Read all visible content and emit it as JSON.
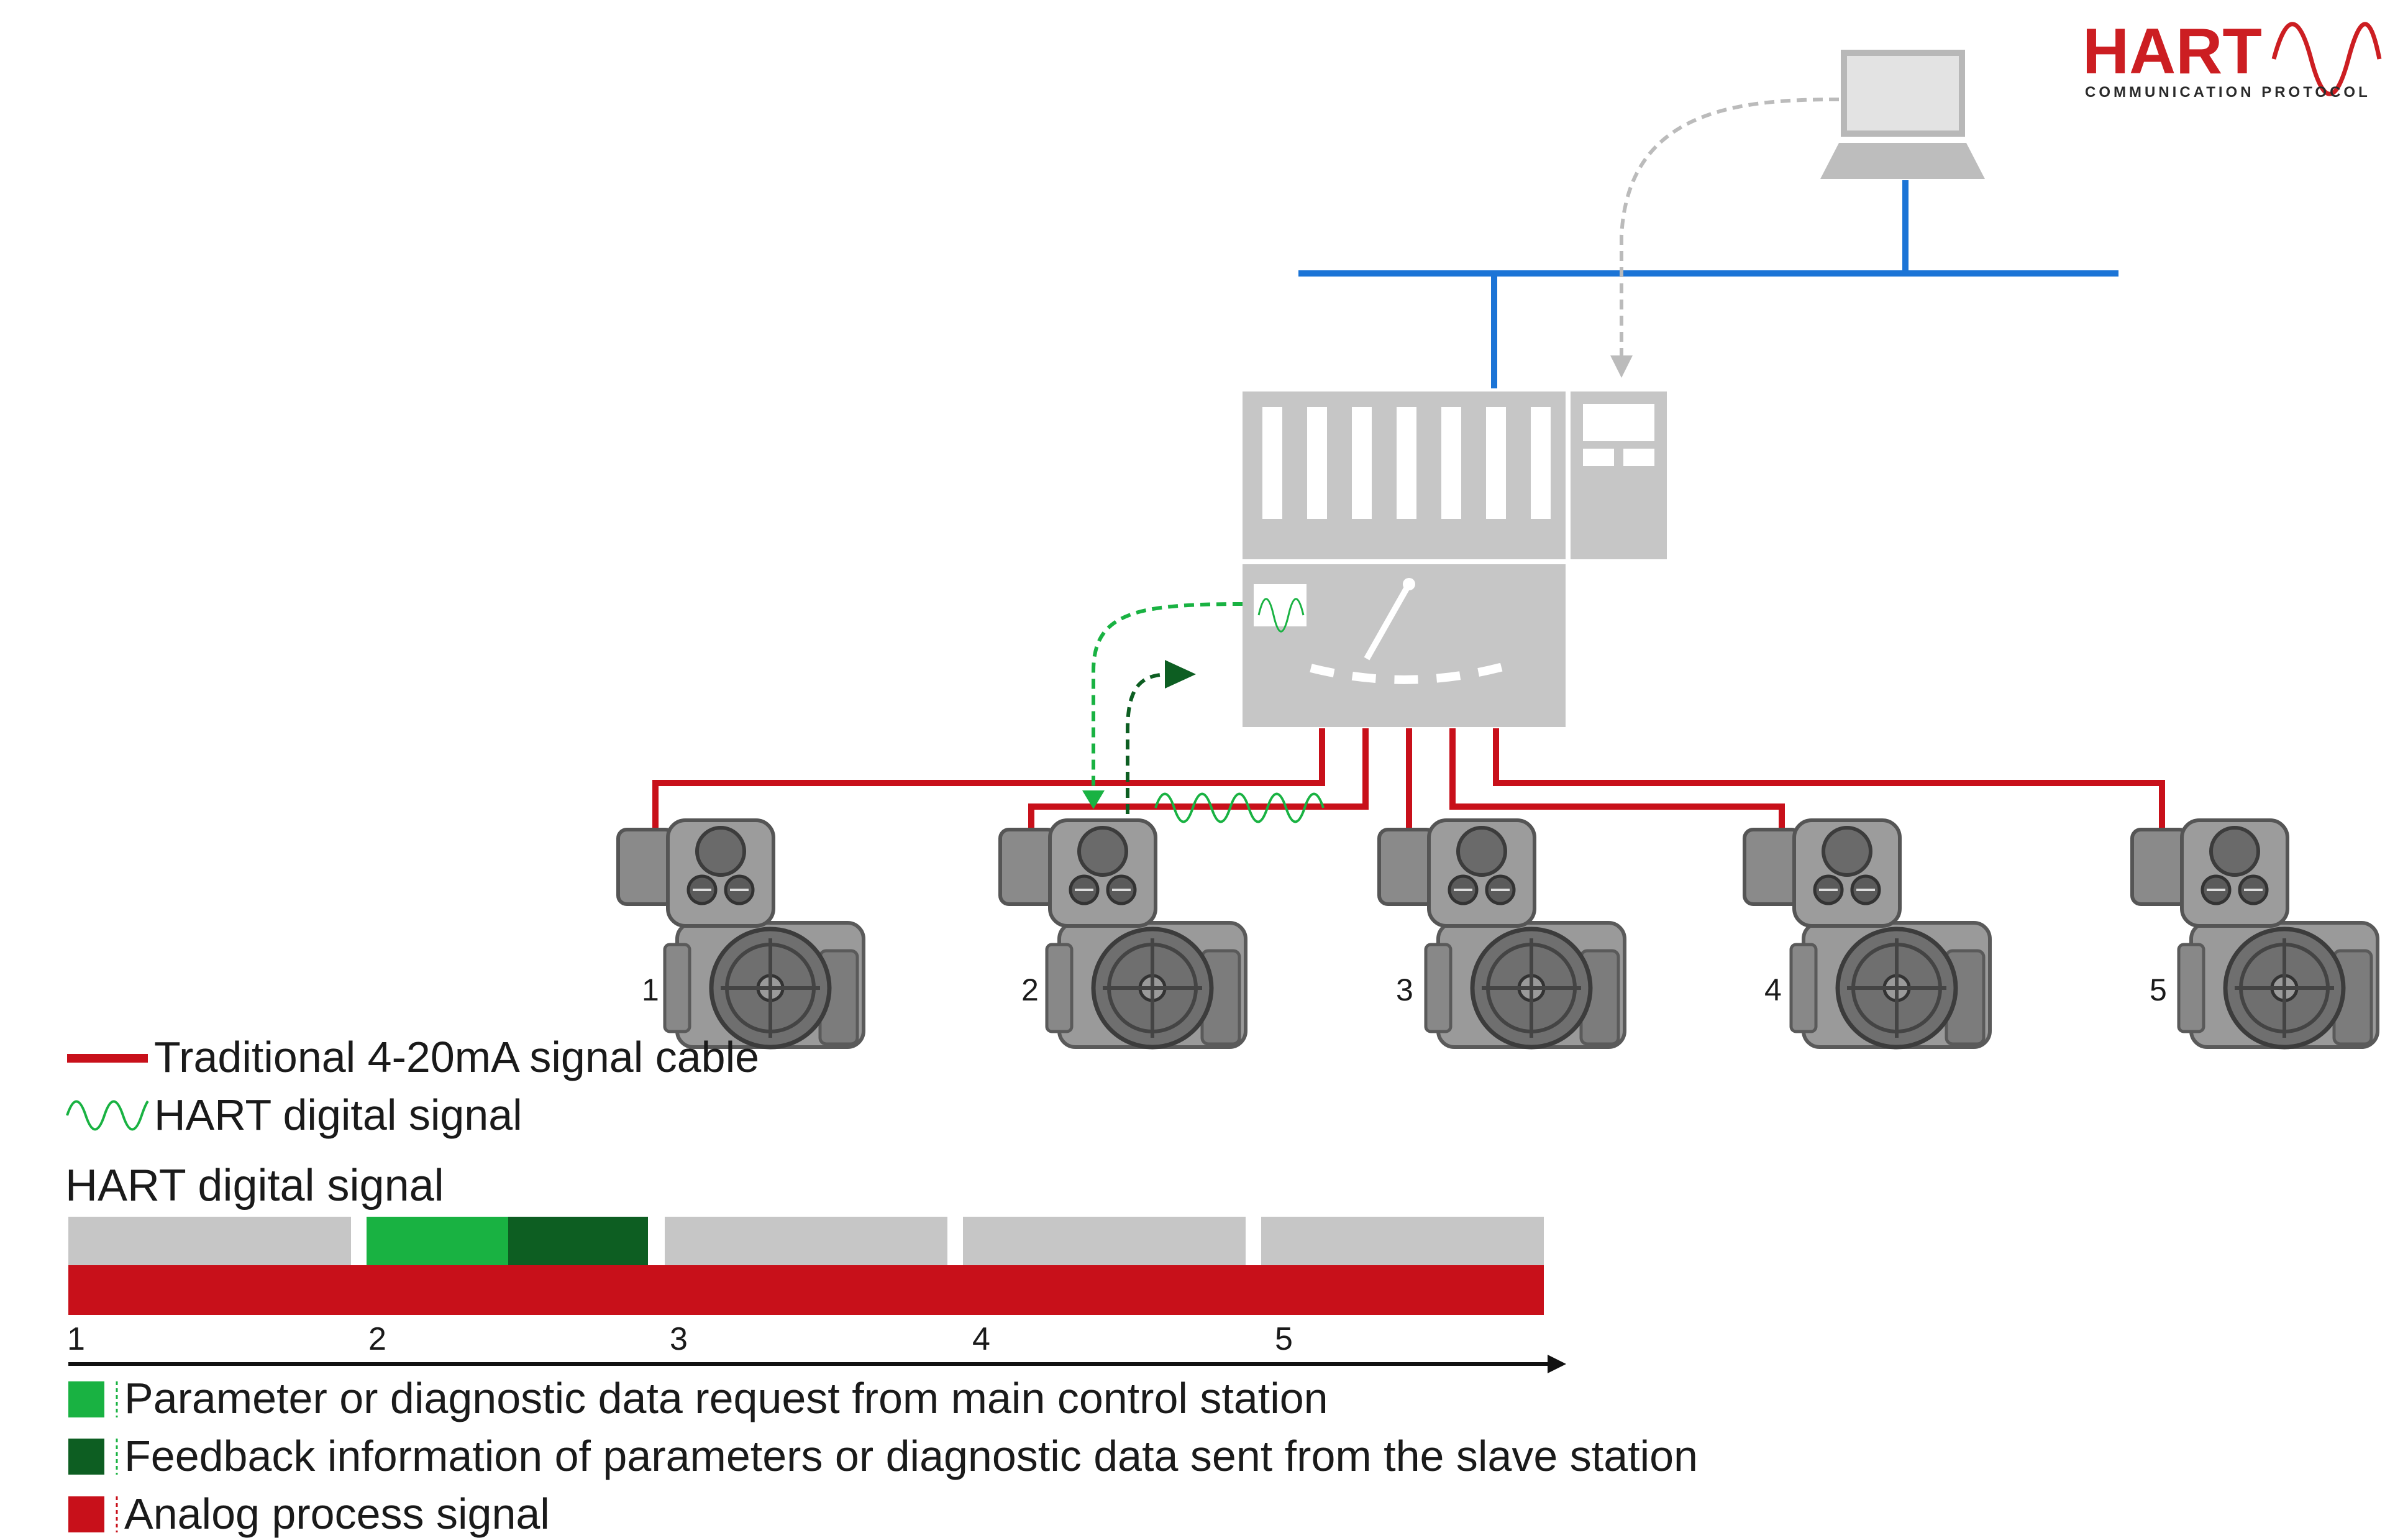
{
  "logo": {
    "word": "HART",
    "subtitle": "COMMUNICATION PROTOCOL",
    "color": "#cc1e22"
  },
  "devices": [
    {
      "label": "1"
    },
    {
      "label": "2"
    },
    {
      "label": "3"
    },
    {
      "label": "4"
    },
    {
      "label": "5"
    }
  ],
  "legend": {
    "cable_label": "Traditional 4-20mA signal cable",
    "hart_label": "HART digital signal"
  },
  "timeline": {
    "title": "HART digital signal",
    "ticks": [
      "1",
      "2",
      "3",
      "4",
      "5"
    ]
  },
  "key": {
    "request": "Parameter or diagnostic data request from main control station",
    "feedback": "Feedback information of parameters or diagnostic data sent from the slave station",
    "analog": "Analog process signal"
  },
  "colors": {
    "analog_red": "#c8101a",
    "request_green": "#19b242",
    "feedback_green": "#0d5e22",
    "bus_blue": "#1b74d6",
    "device_gray": "#bdbdbd",
    "slot_gray": "#c6c6c6"
  }
}
